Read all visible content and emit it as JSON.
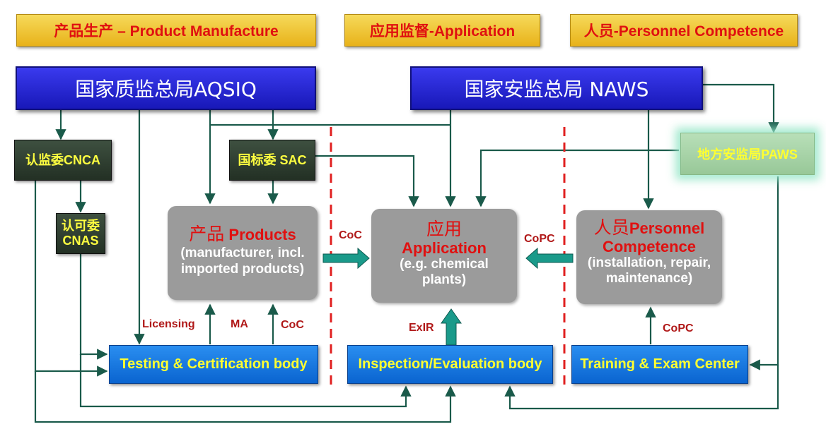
{
  "categories": {
    "product": "产品生产 – Product Manufacture",
    "application": "应用监督-Application",
    "personnel": "人员-Personnel Competence"
  },
  "authorities": {
    "aqsiq": "国家质监总局AQSIQ",
    "naws": "国家安监总局 NAWS"
  },
  "agencies": {
    "cnca": "认监委CNCA",
    "cnas_line1": "认可委",
    "cnas_line2": "CNAS",
    "sac": "国标委 SAC",
    "paws": "地方安监局PAWS"
  },
  "blocks": {
    "products": {
      "title_cn": "产品",
      "title_en": "Products",
      "line1": "(manufacturer, incl.",
      "line2": "imported products)"
    },
    "application": {
      "title_cn": "应用",
      "title_en": "Application",
      "line1": "(e.g. chemical",
      "line2": "plants)"
    },
    "personnel": {
      "title_cn": "人员",
      "title_en": "Personnel",
      "title_en2": "Competence",
      "line1": "(installation, repair,",
      "line2": "maintenance)"
    }
  },
  "bodies": {
    "testing": "Testing & Certification body",
    "inspection": "Inspection/Evaluation body",
    "training": "Training & Exam Center"
  },
  "labels": {
    "coc_products": "CoC",
    "copc_personnel": "CoPC",
    "licensing": "Licensing",
    "ma": "MA",
    "coc_testing": "CoC",
    "exir": "ExIR",
    "copc_training": "CoPC"
  },
  "colors": {
    "line": "#1a5a4a",
    "flow_arrow": "#1a9a8a",
    "divider": "#e02020"
  }
}
